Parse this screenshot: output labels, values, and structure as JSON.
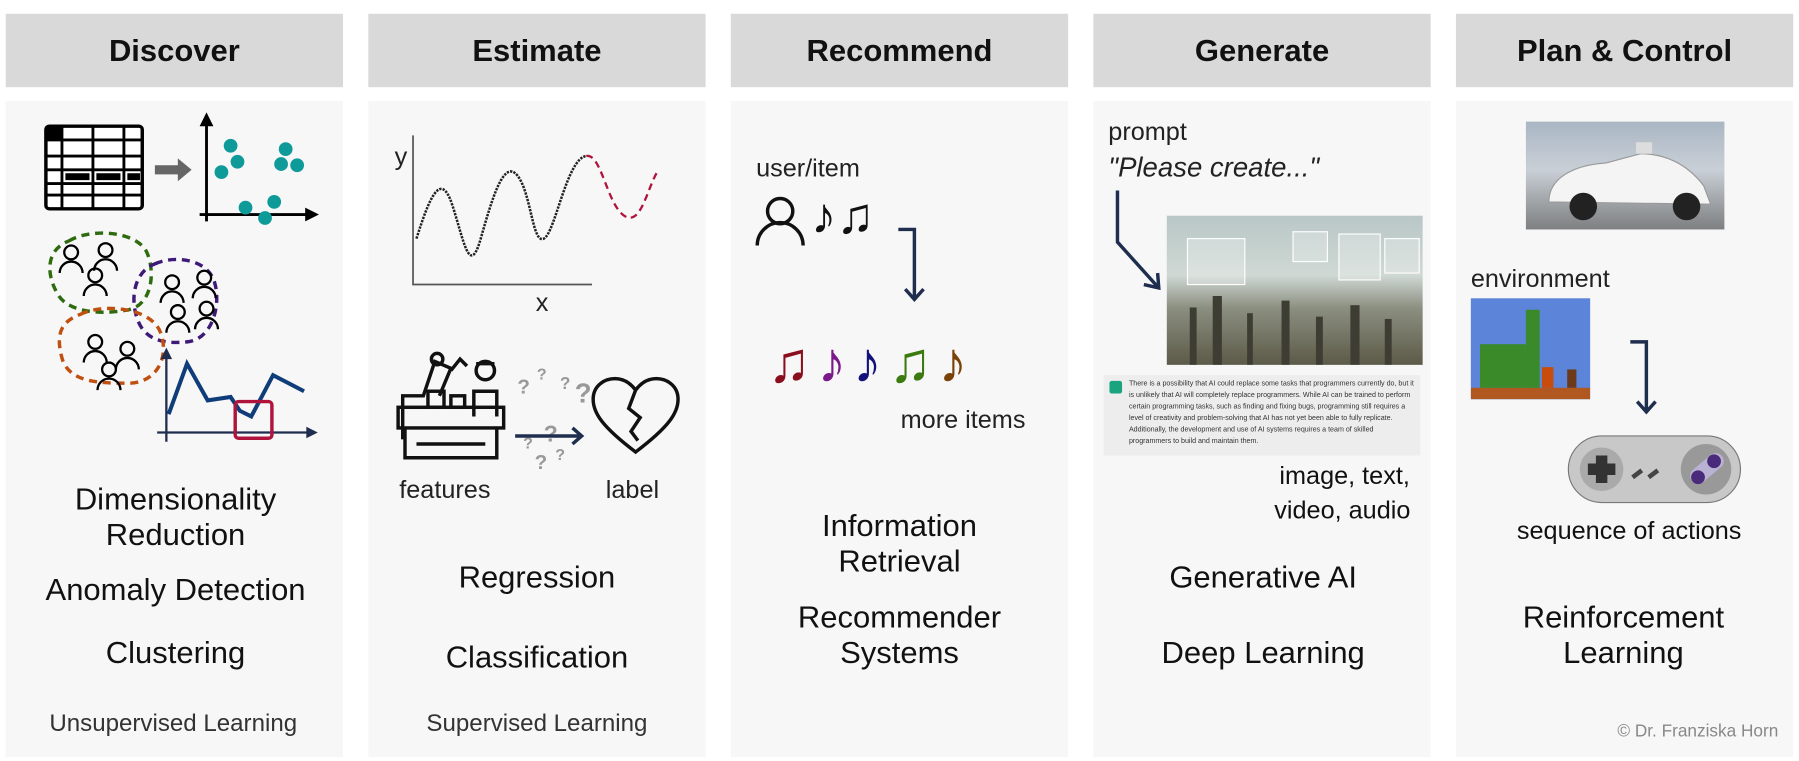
{
  "columns": [
    {
      "title": "Discover",
      "labels": [
        "Dimensionality",
        "Reduction",
        "Anomaly Detection",
        "Clustering"
      ],
      "category": "Unsupervised Learning"
    },
    {
      "title": "Estimate",
      "axis_y": "y",
      "axis_x": "x",
      "features": "features",
      "label": "label",
      "labels": [
        "Regression",
        "Classification"
      ],
      "category": "Supervised Learning"
    },
    {
      "title": "Recommend",
      "input": "user/item",
      "output": "more items",
      "labels": [
        "Information",
        "Retrieval",
        "Recommender",
        "Systems"
      ]
    },
    {
      "title": "Generate",
      "prompt": "prompt",
      "prompt_text": "\"Please create...\"",
      "chat_text": "There is a possibility that AI could replace some tasks that programmers currently do, but it is unlikely that AI will completely replace programmers. While AI can be trained to perform certain programming tasks, such as finding and fixing bugs, programming still requires a level of creativity and problem-solving that AI has not yet been able to fully replicate. Additionally, the development and use of AI systems requires a team of skilled programmers to build and maintain them.",
      "modalities": [
        "image, text,",
        "video, audio"
      ],
      "labels": [
        "Generative AI",
        "Deep Learning"
      ]
    },
    {
      "title": "Plan & Control",
      "environment": "environment",
      "actions": "sequence of actions",
      "labels": [
        "Reinforcement",
        "Learning"
      ]
    }
  ],
  "copyright": "© Dr. Franziska Horn",
  "colors": {
    "teal": "#0f9a9a",
    "navy": "#1f3a6e",
    "red": "#b0143c",
    "green": "#2e6b0f",
    "purple": "#3d1a78",
    "orange": "#c0500f"
  }
}
